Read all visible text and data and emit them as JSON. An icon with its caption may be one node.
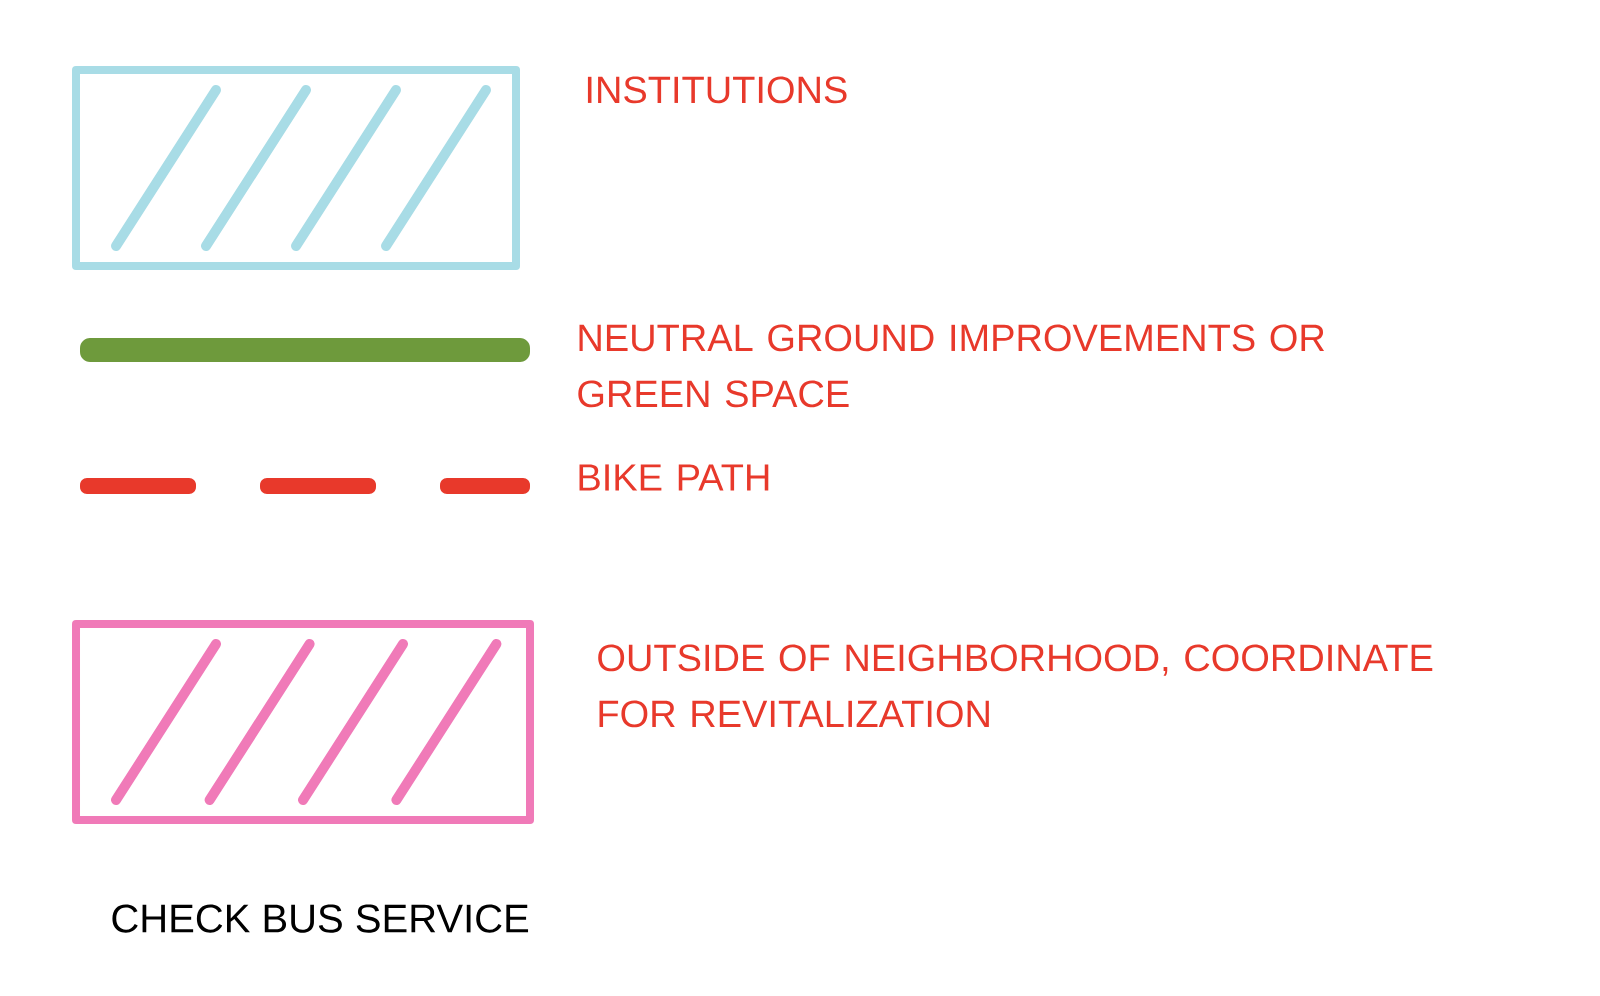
{
  "diagram": {
    "legend": [
      {
        "text": "INSTITUTIONS",
        "color": "#a8dce6"
      },
      {
        "text": "NEUTRAL GROUND IMPROVEMENTS OR GREEN SPACE",
        "color": "#6e9a3c"
      },
      {
        "text": "BIKE PATH",
        "color": "#e8392b"
      },
      {
        "text": "OUTSIDE OF NEIGHBORHOOD, COORDINATE FOR REVITALIZATION",
        "color": "#f07ab8"
      }
    ],
    "labels": [
      "CHECK BUS SERVICE"
    ]
  }
}
